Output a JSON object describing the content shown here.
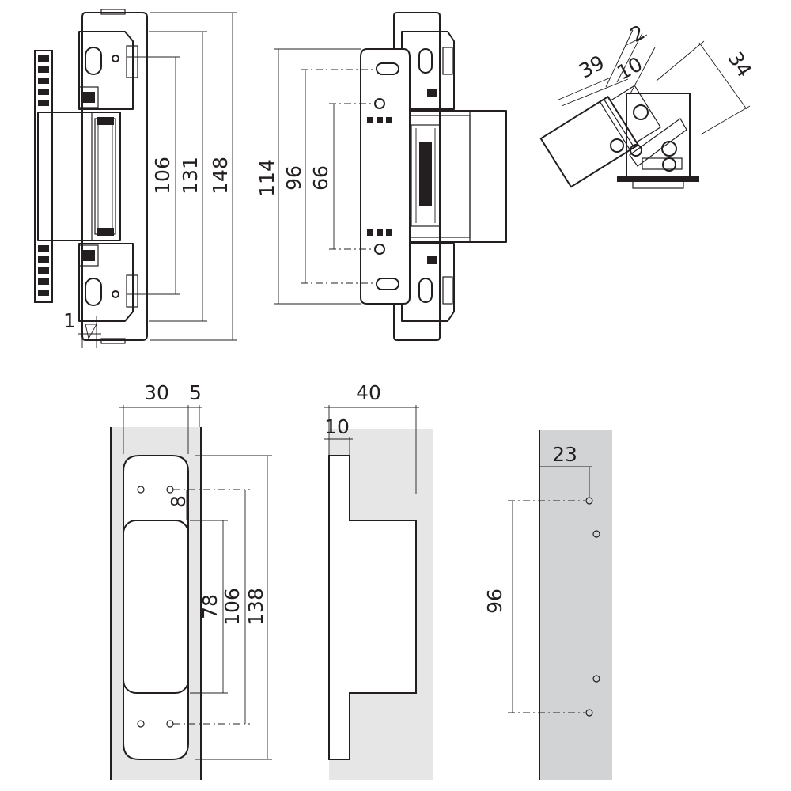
{
  "diagram": {
    "views": {
      "side_view": {
        "dim_106": "106",
        "dim_131": "131",
        "dim_148": "148",
        "dim_1": "1"
      },
      "front_view": {
        "dim_114": "114",
        "dim_96": "96",
        "dim_66": "66"
      },
      "top_view": {
        "dim_39": "39",
        "dim_2": "2",
        "dim_10": "10",
        "dim_34": "34"
      },
      "frame_cutout": {
        "dim_30": "30",
        "dim_5": "5",
        "dim_8": "8",
        "dim_78": "78",
        "dim_106": "106",
        "dim_138": "138"
      },
      "frame_section": {
        "dim_40": "40",
        "dim_10": "10"
      },
      "door_drilling": {
        "dim_23": "23",
        "dim_96": "96"
      }
    },
    "colors": {
      "line": "#231f20",
      "panel": "#e6e6e7",
      "panel_dark": "#d2d3d5",
      "background": "#ffffff"
    }
  }
}
